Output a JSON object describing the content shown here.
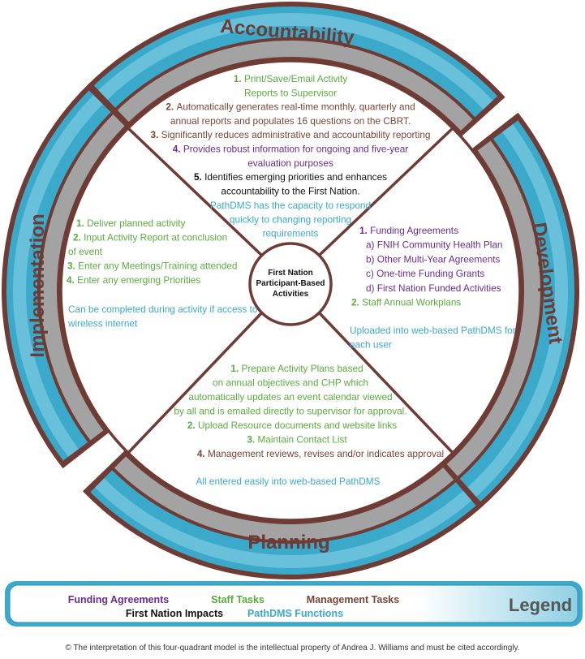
{
  "colors": {
    "funding": "#6a2c91",
    "staff": "#5aac3e",
    "management": "#7a4536",
    "impacts": "#111111",
    "pathdms": "#3ba9c9",
    "band_blue": "#3ba9c9",
    "band_maroon": "#6e3b35",
    "band_gray": "#a3a3a3"
  },
  "center": {
    "line1": "First Nation",
    "line2": "Participant-Based",
    "line3": "Activities"
  },
  "quadrants": {
    "accountability": {
      "title": "Accountability",
      "items": [
        {
          "num": "1.",
          "lines": [
            "Print/Save/Email Activity",
            "Reports to Supervisor"
          ],
          "category": "staff"
        },
        {
          "num": "2.",
          "lines": [
            "Automatically generates real-time monthly, quarterly and",
            "annual reports and populates 16 questions on the CBRT."
          ],
          "category": "management"
        },
        {
          "num": "3.",
          "lines": [
            "Significantly reduces administrative and accountability reporting"
          ],
          "category": "management"
        },
        {
          "num": "4.",
          "lines": [
            "Provides robust information for ongoing and five-year",
            "evaluation purposes"
          ],
          "category": "funding"
        },
        {
          "num": "5.",
          "lines": [
            "Identifies emerging priorities and enhances",
            "accountability to the First Nation."
          ],
          "category": "impacts"
        }
      ],
      "note": [
        "PathDMS has the capacity to respond",
        "quickly to changing reporting",
        "requirements"
      ]
    },
    "implementation": {
      "title": "Implementation",
      "items": [
        {
          "num": "1.",
          "lines": [
            "Deliver planned activity"
          ],
          "category": "staff"
        },
        {
          "num": "2.",
          "lines": [
            "Input Activity Report at conclusion",
            "of event"
          ],
          "category": "staff"
        },
        {
          "num": "3.",
          "lines": [
            "Enter any Meetings/Training attended"
          ],
          "category": "staff"
        },
        {
          "num": "4.",
          "lines": [
            "Enter any emerging Priorities"
          ],
          "category": "staff"
        }
      ],
      "note": [
        "Can be completed during activity if access to",
        "wireless internet"
      ]
    },
    "development": {
      "title": "Development",
      "items": [
        {
          "num": "1.",
          "lines": [
            "Funding Agreements"
          ],
          "category": "funding"
        },
        {
          "num": "",
          "lines": [
            "a) FNIH Community Health Plan"
          ],
          "category": "funding"
        },
        {
          "num": "",
          "lines": [
            "b) Other Multi-Year Agreements"
          ],
          "category": "funding"
        },
        {
          "num": "",
          "lines": [
            "c) One-time Funding Grants"
          ],
          "category": "funding"
        },
        {
          "num": "",
          "lines": [
            "d) First Nation Funded Activities"
          ],
          "category": "funding"
        },
        {
          "num": "2.",
          "lines": [
            "Staff Annual Workplans"
          ],
          "category": "staff"
        }
      ],
      "note": [
        "Uploaded into web-based PathDMS for",
        "each user"
      ]
    },
    "planning": {
      "title": "Planning",
      "items": [
        {
          "num": "1.",
          "lines": [
            "Prepare Activity Plans based",
            "on annual objectives and CHP which",
            "automatically updates an event calendar viewed",
            "by all and is emailed directly to supervisor for approval."
          ],
          "category": "staff"
        },
        {
          "num": "2.",
          "lines": [
            "Upload Resource documents and website links"
          ],
          "category": "staff"
        },
        {
          "num": "3.",
          "lines": [
            "Maintain Contact List"
          ],
          "category": "staff"
        },
        {
          "num": "4.",
          "lines": [
            "Management reviews, revises and/or indicates approval"
          ],
          "category": "management"
        }
      ],
      "note": [
        "All entered easily into web-based PathDMS"
      ]
    }
  },
  "legend": {
    "title": "Legend",
    "funding": "Funding Agreements",
    "staff": "Staff Tasks",
    "management": "Management Tasks",
    "impacts": "First Nation Impacts",
    "pathdms": "PathDMS Functions"
  },
  "copyright": "© The interpretation of this four-quadrant model is the intellectual property of Andrea J. Williams and must be cited accordingly."
}
